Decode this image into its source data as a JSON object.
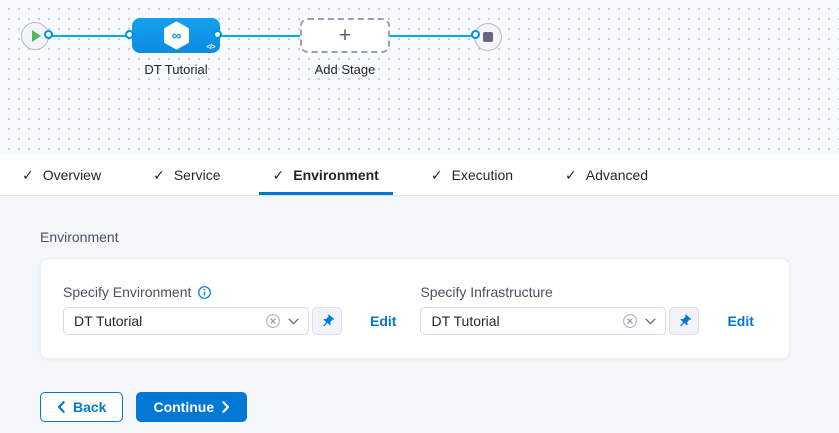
{
  "colors": {
    "primary_blue": "#0278d5",
    "node_blue": "#0c92e4",
    "flow_line_blue": "#00ade4",
    "play_green": "#4eb758",
    "stop_gray": "#65687f",
    "content_bg": "#f4f7fa"
  },
  "pipeline": {
    "stage": {
      "name": "DT Tutorial",
      "icon": "cd-hexagon-infinity-icon",
      "code_badge": "</>"
    },
    "add_stage": {
      "label": "Add Stage",
      "plus_glyph": "+"
    }
  },
  "tabs": [
    {
      "label": "Overview",
      "completed": true,
      "active": false
    },
    {
      "label": "Service",
      "completed": true,
      "active": false
    },
    {
      "label": "Environment",
      "completed": true,
      "active": true
    },
    {
      "label": "Execution",
      "completed": true,
      "active": false
    },
    {
      "label": "Advanced",
      "completed": true,
      "active": false
    }
  ],
  "environment_section": {
    "heading": "Environment",
    "fields": [
      {
        "label": "Specify Environment",
        "has_info_icon": true,
        "value": "DT Tutorial",
        "edit_label": "Edit"
      },
      {
        "label": "Specify Infrastructure",
        "has_info_icon": false,
        "value": "DT Tutorial",
        "edit_label": "Edit"
      }
    ]
  },
  "actions": {
    "back_label": "Back",
    "continue_label": "Continue"
  },
  "glyphs": {
    "check": "✓",
    "infinity": "∞"
  }
}
